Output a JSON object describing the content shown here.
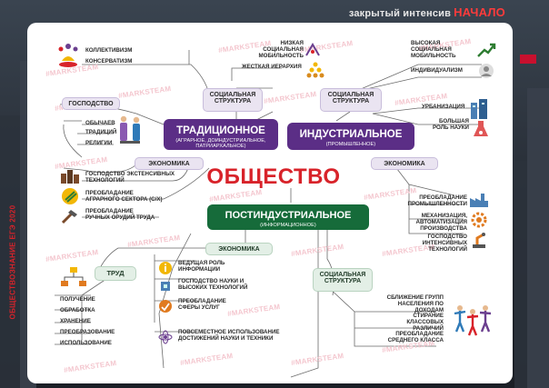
{
  "header": {
    "prefix": "закрытый интенсив",
    "brand": "НАЧАЛО"
  },
  "side_label": "ОБЩЕСТВОЗНАНИЕ ЕГЭ 2020",
  "watermark": "#MARKSTEAM",
  "center_title": "ОБЩЕСТВО",
  "traditional": {
    "title": "ТРАДИЦИОННОЕ",
    "subtitle": "(АГРАРНОЕ, ДОИНДУСТРИАЛЬНОЕ, ПАТРИАРХАЛЬНОЕ)",
    "social_structure": "СОЦИАЛЬНАЯ СТРУКТУРА",
    "social_items": [
      "НИЗКАЯ СОЦИАЛЬНАЯ МОБИЛЬНОСТЬ",
      "ЖЕСТКАЯ ИЕРАРХИЯ"
    ],
    "gospodstvo": "ГОСПОДСТВО",
    "gospodstvo_items_top": [
      "КОЛЛЕКТИВИЗМ",
      "КОНСЕРВАТИЗМ"
    ],
    "gospodstvo_items": [
      "ОБЫЧАЕВ",
      "ТРАДИЦИЙ",
      "РЕЛИГИИ"
    ],
    "economy": "ЭКОНОМИКА",
    "economy_items": [
      "ГОСПОДСТВО ЭКСТЕНСИВНЫХ ТЕХНОЛОГИЙ",
      "ПРЕОБЛАДАНИЕ АГРАРНОГО СЕКТОРА (С/Х)",
      "ПРЕОБЛАДАНИЕ РУЧНЫХ ОРУДИЙ ТРУДА"
    ]
  },
  "industrial": {
    "title": "ИНДУСТРИАЛЬНОЕ",
    "subtitle": "(ПРОМЫШЛЕННОЕ)",
    "social_structure": "СОЦИАЛЬНАЯ СТРУКТУРА",
    "social_items": [
      "ВЫСОКАЯ СОЦИАЛЬНАЯ МОБИЛЬНОСТЬ",
      "ИНДИВИДУАЛИЗМ",
      "УРБАНИЗАЦИЯ",
      "БОЛЬШАЯ РОЛЬ НАУКИ"
    ],
    "economy": "ЭКОНОМИКА",
    "economy_items": [
      "ПРЕОБЛАДАНИЕ ПРОМЫШЛЕННОСТИ",
      "МЕХАНИЗАЦИЯ, АВТОМАТИЗАЦИЯ ПРОИЗВОДСТВА",
      "ГОСПОДСТВО ИНТЕНСИВНЫХ ТЕХНОЛОГИЙ"
    ]
  },
  "postindustrial": {
    "title": "ПОСТИНДУСТРИАЛЬНОЕ",
    "subtitle": "(ИНФОРМАЦИОННОЕ)",
    "economy": "ЭКОНОМИКА",
    "economy_items": [
      "ВЕДУЩАЯ РОЛЬ ИНФОРМАЦИИ",
      "ГОСПОДСТВО НАУКИ И ВЫСОКИХ ТЕХНОЛОГИЙ",
      "ПРЕОБЛАДАНИЕ СФЕРЫ УСЛУГ",
      "ПОВСЕМЕСТНОЕ ИСПОЛЬЗОВАНИЕ ДОСТИЖЕНИЙ НАУКИ И ТЕХНИКИ"
    ],
    "labor": "ТРУД",
    "labor_items": [
      "ПОЛУЧЕНИЕ",
      "ОБРАБОТКА",
      "ХРАНЕНИЕ",
      "ПРЕОБРАЗОВАНИЕ",
      "ИСПОЛЬЗОВАНИЕ"
    ],
    "social_structure": "СОЦИАЛЬНАЯ СТРУКТУРА",
    "social_items": [
      "СБЛИЖЕНИЕ ГРУПП НАСЕЛЕНИЯ ПО ДОХОДАМ",
      "СТИРАНИЕ КЛАССОВЫХ РАЗЛИЧИЙ",
      "ПРЕОБЛАДАНИЕ СРЕДНЕГО КЛАССА"
    ]
  },
  "colors": {
    "red": "#d8232a",
    "purple": "#5b2e86",
    "green": "#166b3a",
    "line": "#6a6a6a"
  }
}
